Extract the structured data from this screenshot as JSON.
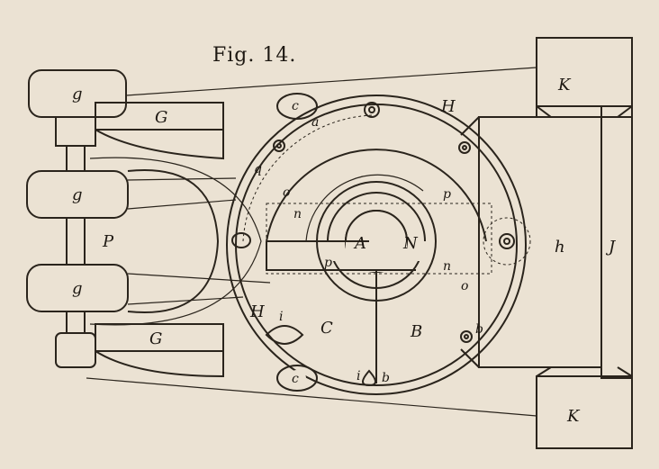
{
  "figure": {
    "title": "Fig. 14.",
    "labels": {
      "K_top": "K",
      "K_bottom": "K",
      "g_top": "g",
      "g_mid": "g",
      "g_low": "g",
      "G_top": "G",
      "G_bottom": "G",
      "P": "P",
      "H_top": "H",
      "H_left": "H",
      "h": "h",
      "J": "J",
      "A": "A",
      "N": "N",
      "B": "B",
      "C": "C",
      "p_top": "p",
      "p_mid": "p",
      "n_left": "n",
      "n_right": "n",
      "o_left": "o",
      "o_right": "o",
      "a": "a",
      "c_top": "c",
      "c_bottom": "c",
      "q": "q",
      "i_left": "i",
      "i_bottom": "i",
      "b_right": "b",
      "b_bottom": "b"
    }
  }
}
